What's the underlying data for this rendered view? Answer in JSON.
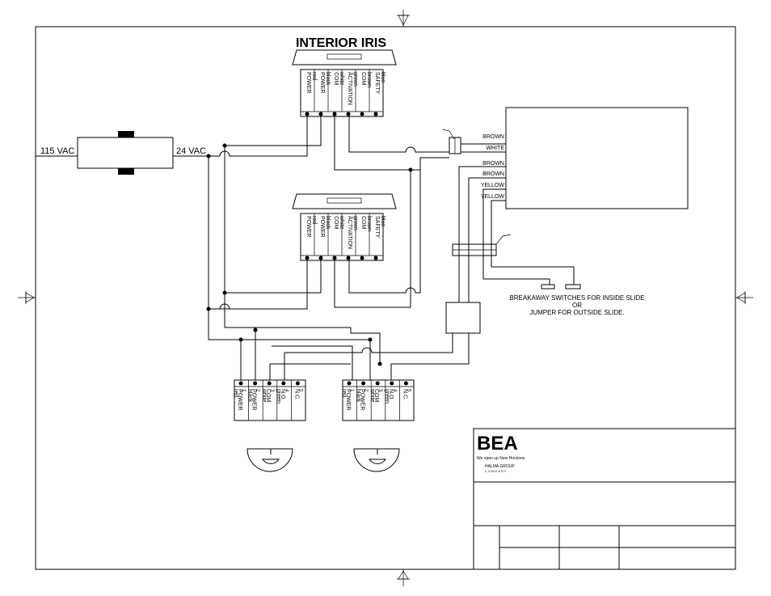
{
  "title": "INTERIOR IRIS",
  "transformer": {
    "primary": "115 VAC",
    "secondary": "24  VAC"
  },
  "iris_terminals": [
    [
      "POWER",
      "red"
    ],
    [
      "POWER",
      "black"
    ],
    [
      "COM",
      "white"
    ],
    [
      "ACTIVATION",
      "green"
    ],
    [
      "COM",
      "brown"
    ],
    [
      "SAFETY",
      "blue"
    ]
  ],
  "control_wires": [
    "BROWN",
    "WHITE",
    "BROWN",
    "BROWN",
    "YELLOW",
    "YELLOW"
  ],
  "breakaway_note": {
    "line1": "BREAKAWAY SWITCHES FOR INSIDE SLIDE",
    "line2": "OR",
    "line3": "JUMPER FOR OUTSIDE SLIDE."
  },
  "sensor_terminals": [
    {
      "num": "1",
      "label": "POWER",
      "color": "red"
    },
    {
      "num": "2",
      "label": "POWER",
      "color": "black"
    },
    {
      "num": "3",
      "label": "COM",
      "color": "white"
    },
    {
      "num": "4",
      "label": "N.O.",
      "color": "green"
    },
    {
      "num": "5",
      "label": "N.C.",
      "color": ""
    }
  ],
  "logo": {
    "brand": "BEA",
    "tagline": "We open up New Horizons",
    "group_line1": "HALMA GROUP",
    "group_line2": "C O M P A N Y"
  },
  "colors": {
    "line": "#000000",
    "background": "#ffffff"
  }
}
